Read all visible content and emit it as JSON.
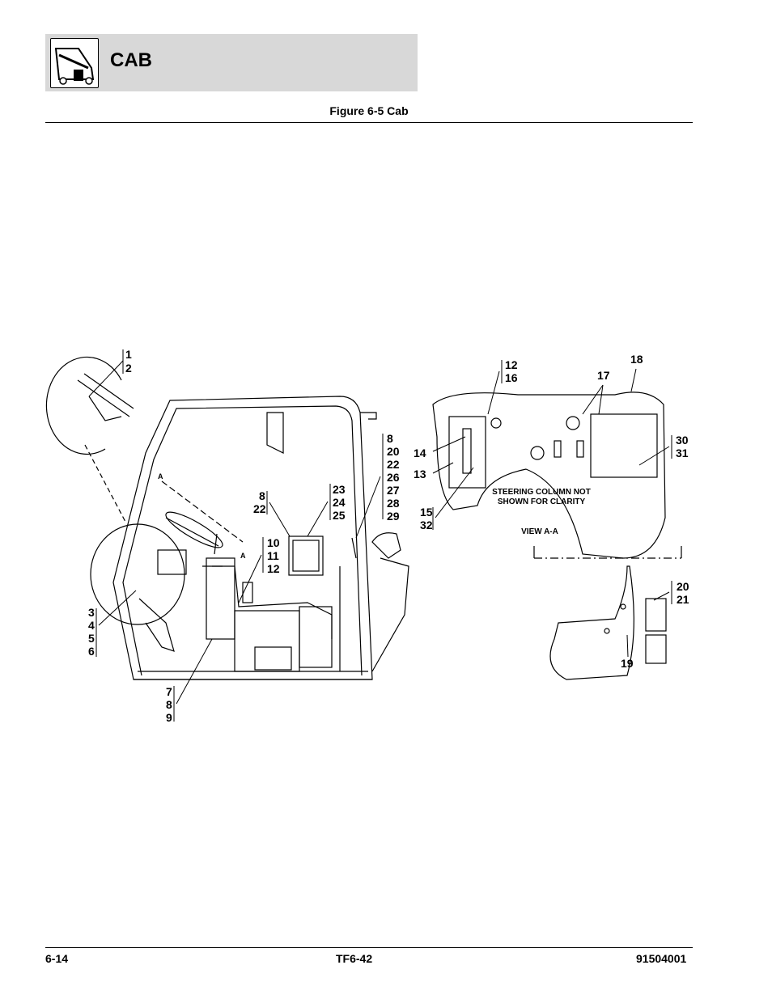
{
  "header": {
    "section_title": "CAB",
    "icon": "telehandler-icon"
  },
  "figure": {
    "caption": "Figure 6-5 Cab"
  },
  "callouts": {
    "c1_2": [
      "1",
      "2"
    ],
    "c3_6": [
      "3",
      "4",
      "5",
      "6"
    ],
    "c7_9": [
      "7",
      "8",
      "9"
    ],
    "c8_22": [
      "8",
      "22"
    ],
    "c10_12": [
      "10",
      "11",
      "12"
    ],
    "c23_25": [
      "23",
      "24",
      "25"
    ],
    "c8_29": [
      "8",
      "20",
      "22",
      "26",
      "27",
      "28",
      "29"
    ],
    "c12_16": [
      "12",
      "16"
    ],
    "c17": "17",
    "c18": "18",
    "c14": "14",
    "c13": "13",
    "c15_32": [
      "15",
      "32"
    ],
    "c30_31": [
      "30",
      "31"
    ],
    "c20_21": [
      "20",
      "21"
    ],
    "c19": "19"
  },
  "view_markers": {
    "a_top": "A",
    "a_bottom": "A"
  },
  "notes": {
    "steering_line1": "STEERING COLUMN NOT",
    "steering_line2": "SHOWN FOR CLARITY",
    "view": "VIEW A-A"
  },
  "footer": {
    "page": "6-14",
    "model": "TF6-42",
    "part_number": "91504001"
  }
}
